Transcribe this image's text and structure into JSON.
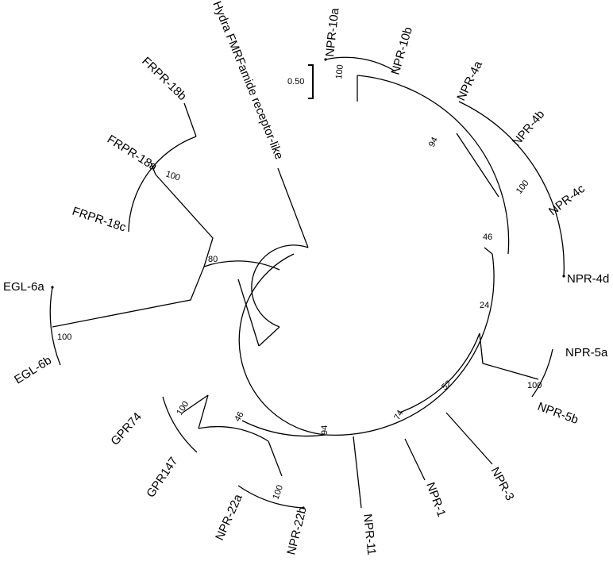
{
  "tree": {
    "taxa": {
      "npr10a": "NPR-10a",
      "npr10b": "NPR-10b",
      "npr4a": "NPR-4a",
      "npr4b": "NPR-4b",
      "npr4c": "NPR-4c",
      "npr4d": "NPR-4d",
      "npr5a": "NPR-5a",
      "npr5b": "NPR-5b",
      "npr3": "NPR-3",
      "npr1": "NPR-1",
      "npr11": "NPR-11",
      "npr22b": "NPR-22b",
      "npr22a": "NPR-22a",
      "gpr147": "GPR147",
      "gpr74": "GPR74",
      "egl6b": "EGL-6b",
      "egl6a": "EGL-6a",
      "frpr18c": "FRPR-18c",
      "frpr18a": "FRPR-18a",
      "frpr18b": "FRPR-18b",
      "hydra": "Hydra FMRFamide receptor-like"
    },
    "support": {
      "npr10": "100",
      "npr4_outer": "94",
      "npr4_inner": "100",
      "n46_right": "46",
      "n24": "24",
      "npr5": "100",
      "n52": "52",
      "n74": "74",
      "n94_bottom": "94",
      "n46_left": "46",
      "gpr": "100",
      "npr22": "100",
      "egl6": "100",
      "n80": "80",
      "frpr18": "100"
    },
    "scale_label": "0.50"
  }
}
